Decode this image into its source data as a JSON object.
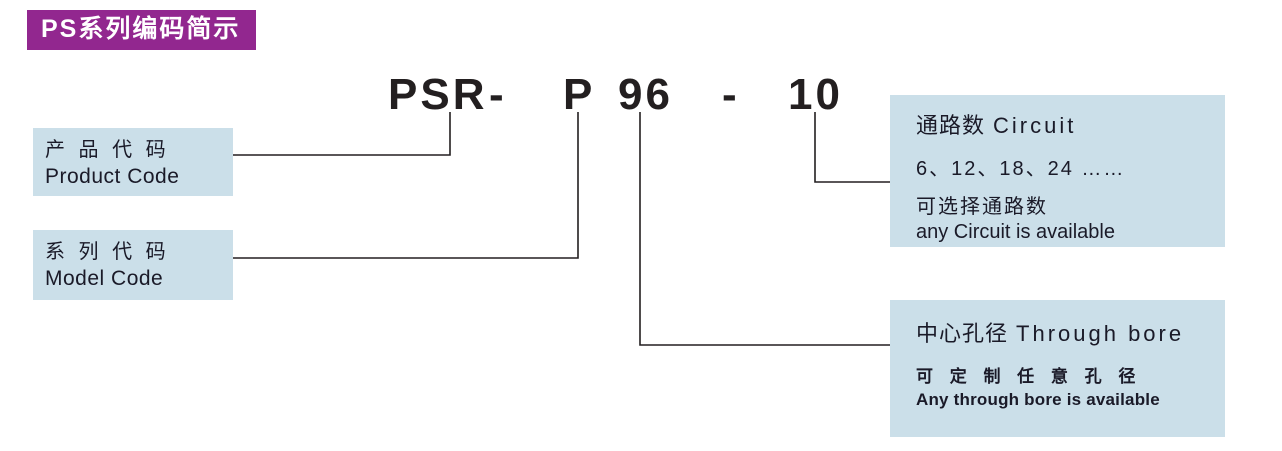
{
  "badge": {
    "label": "PS系列编码简示"
  },
  "code": {
    "prefix": "PSR",
    "dash1": "-",
    "model": "P",
    "bore": "96",
    "dash2": "-",
    "circuit": "10"
  },
  "product_box": {
    "zh": "产 品 代 码",
    "en": "Product Code"
  },
  "model_box": {
    "zh": "系 列 代 码",
    "en": "Model Code"
  },
  "circuit_box": {
    "title_zh": "通路数",
    "title_en": "Circuit",
    "values": "6、12、18、24 ……",
    "note_zh": "可选择通路数",
    "note_en": "any Circuit is available"
  },
  "bore_box": {
    "title_zh": "中心孔径",
    "title_en": "Through bore",
    "note_zh": "可 定 制 任 意 孔 径",
    "note_en": "Any through bore is available"
  },
  "colors": {
    "badge_bg": "#92278f",
    "badge_text": "#ffffff",
    "box_bg": "#cbdfe9",
    "text": "#1a1a28",
    "line": "#231f20"
  }
}
